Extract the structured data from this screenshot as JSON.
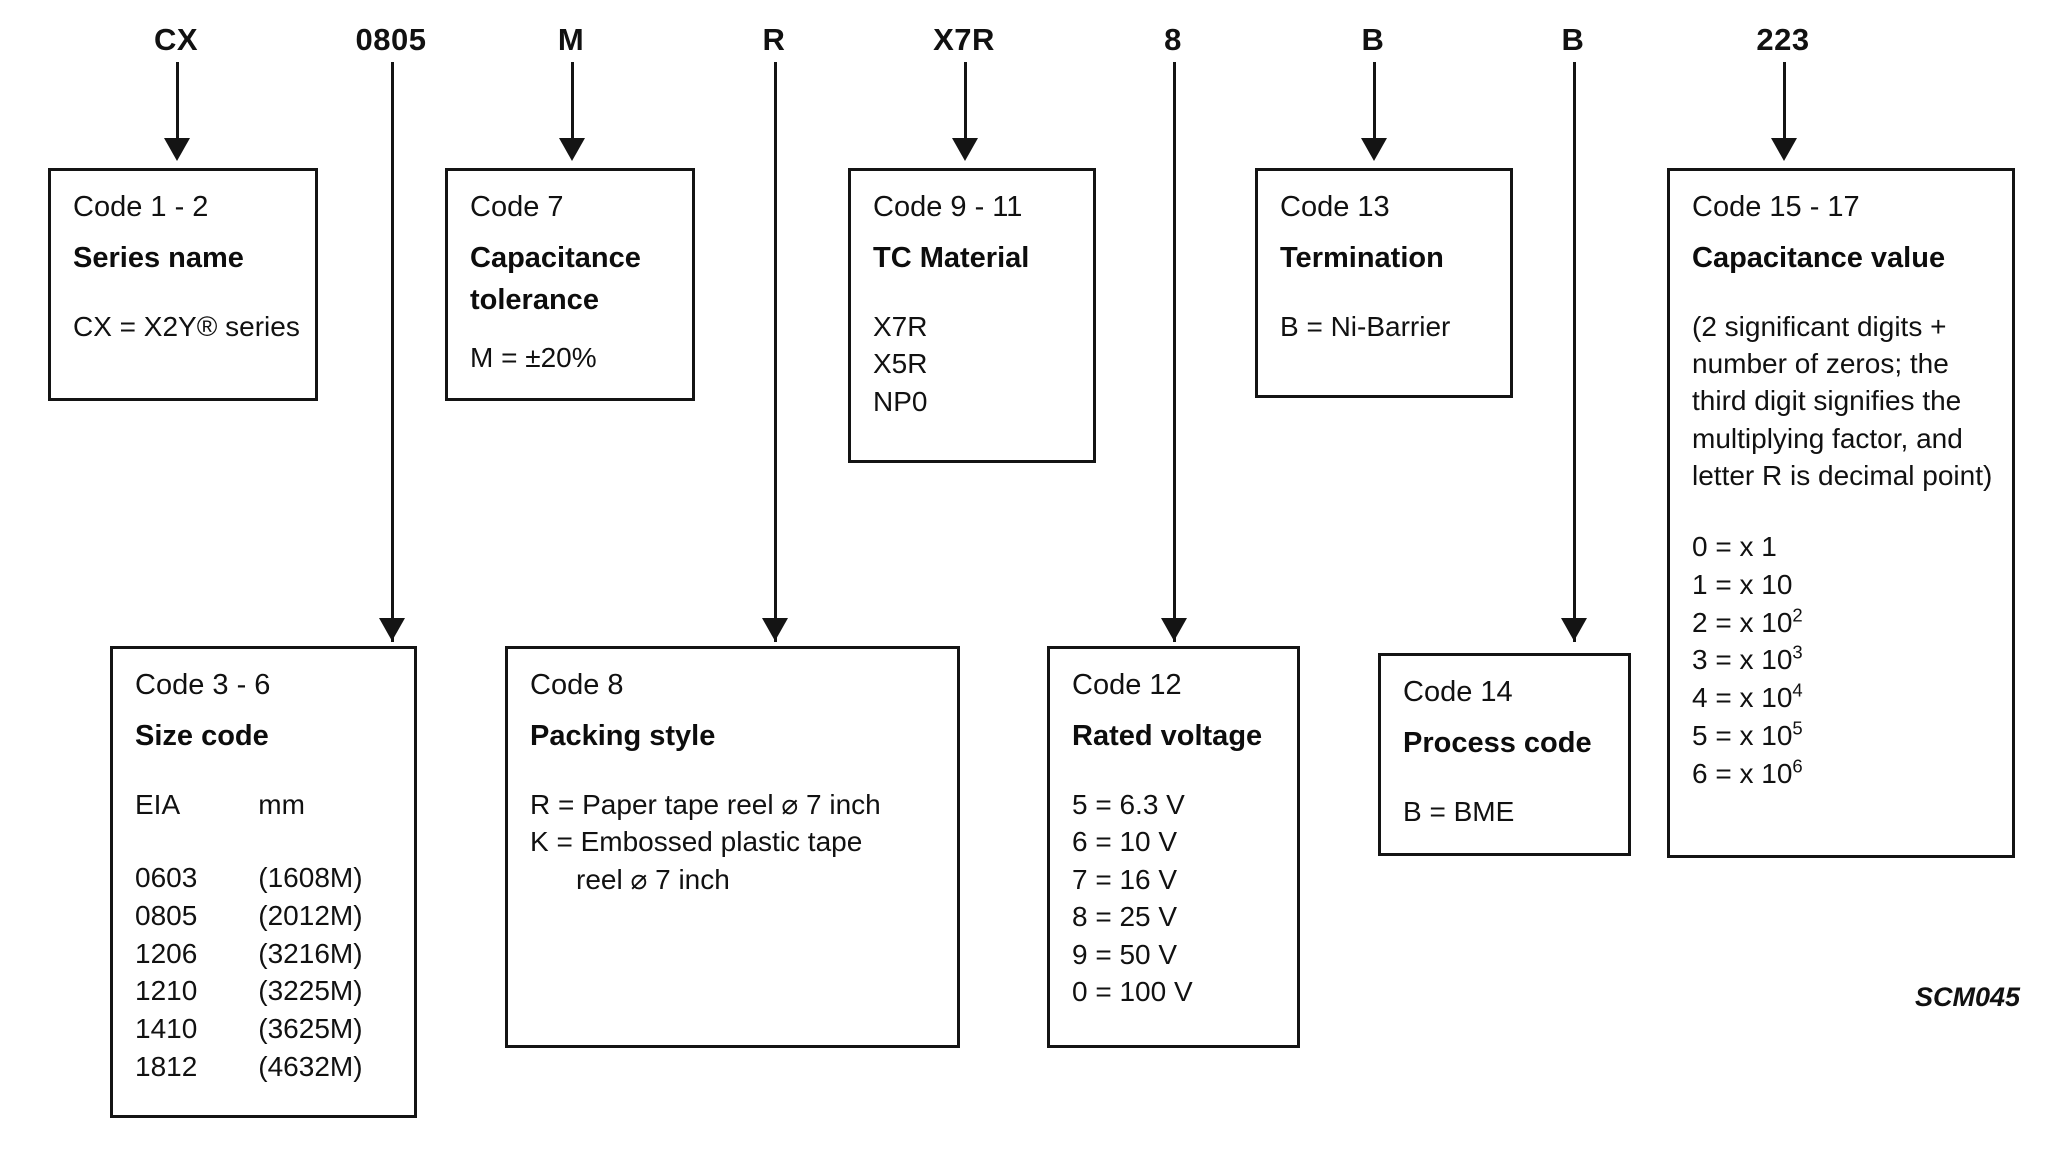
{
  "figure": {
    "id_label": "SCM045",
    "part_number_segments": [
      {
        "label": "CX"
      },
      {
        "label": "0805"
      },
      {
        "label": "M"
      },
      {
        "label": "R"
      },
      {
        "label": "X7R"
      },
      {
        "label": "8"
      },
      {
        "label": "B"
      },
      {
        "label": "B"
      },
      {
        "label": "223"
      }
    ]
  },
  "boxes": {
    "series_name": {
      "code": "Code 1 - 2",
      "title": "Series name",
      "body": [
        "CX = X2Y® series"
      ]
    },
    "size_code": {
      "code": "Code 3 - 6",
      "title": "Size code",
      "head_eia": "EIA",
      "head_mm": "mm",
      "rows": [
        {
          "eia": "0603",
          "mm": "(1608M)"
        },
        {
          "eia": "0805",
          "mm": "(2012M)"
        },
        {
          "eia": "1206",
          "mm": "(3216M)"
        },
        {
          "eia": "1210",
          "mm": "(3225M)"
        },
        {
          "eia": "1410",
          "mm": "(3625M)"
        },
        {
          "eia": "1812",
          "mm": "(4632M)"
        }
      ]
    },
    "capacitance_tolerance": {
      "code": "Code 7",
      "title_line1": "Capacitance",
      "title_line2": "tolerance",
      "body": [
        "M = ±20%"
      ]
    },
    "packing_style": {
      "code": "Code 8",
      "title": "Packing style",
      "body": [
        "R = Paper tape reel ⌀ 7 inch",
        "K = Embossed plastic tape",
        "reel ⌀ 7 inch"
      ]
    },
    "tc_material": {
      "code": "Code 9 - 11",
      "title": "TC Material",
      "body": [
        "X7R",
        "X5R",
        "NP0"
      ]
    },
    "rated_voltage": {
      "code": "Code 12",
      "title": "Rated voltage",
      "body": [
        "5 = 6.3 V",
        "6 = 10 V",
        "7 = 16 V",
        "8 = 25 V",
        "9 = 50 V",
        "0 = 100 V"
      ]
    },
    "termination": {
      "code": "Code 13",
      "title": "Termination",
      "body": [
        "B = Ni-Barrier"
      ]
    },
    "process_code": {
      "code": "Code 14",
      "title": "Process code",
      "body": [
        "B = BME"
      ]
    },
    "capacitance_value": {
      "code": "Code 15 - 17",
      "title": "Capacitance value",
      "note": "(2 significant digits + number of zeros; the third digit signifies the multiplying factor, and letter R is decimal point)",
      "multipliers": [
        {
          "digit": "0",
          "base": "= x 1",
          "exp": ""
        },
        {
          "digit": "1",
          "base": "= x 10",
          "exp": ""
        },
        {
          "digit": "2",
          "base": "= x 10",
          "exp": "2"
        },
        {
          "digit": "3",
          "base": "= x 10",
          "exp": "3"
        },
        {
          "digit": "4",
          "base": "= x 10",
          "exp": "4"
        },
        {
          "digit": "5",
          "base": "= x 10",
          "exp": "5"
        },
        {
          "digit": "6",
          "base": "= x 10",
          "exp": "6"
        }
      ]
    }
  }
}
